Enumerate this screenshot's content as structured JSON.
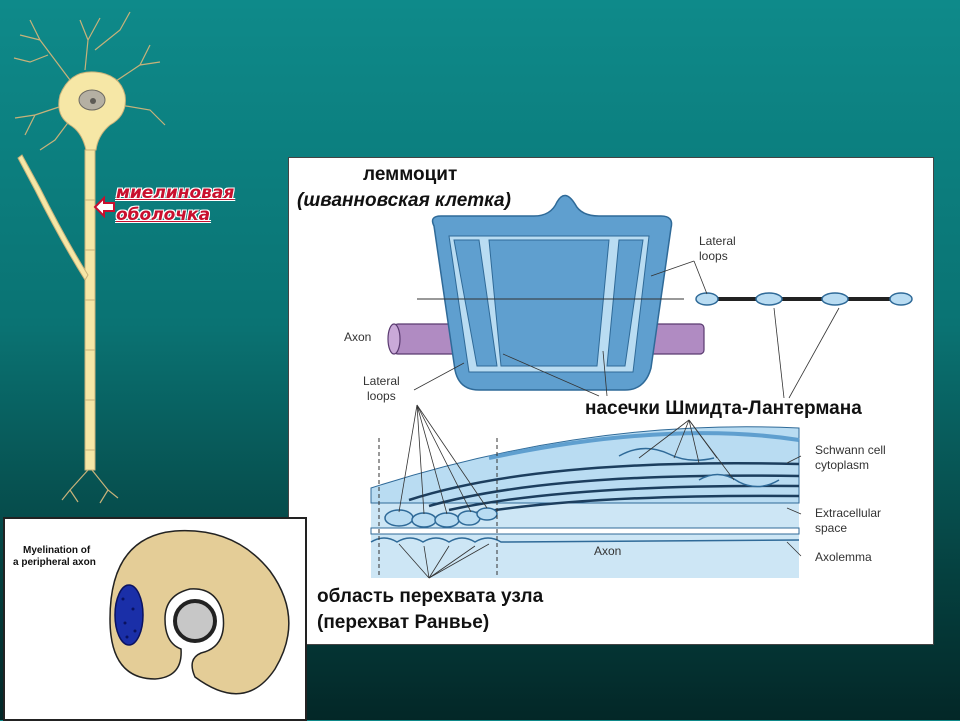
{
  "neuron": {
    "label_line1": "миелиновая",
    "label_line2": "оболочка"
  },
  "main_panel": {
    "title_line1": "леммоцит",
    "title_line2": "(шванновская клетка)",
    "axon_label": "Axon",
    "lateral_loops_top": [
      "Lateral",
      "loops"
    ],
    "lateral_loops_left": [
      "Lateral",
      "loops"
    ],
    "incisures": "насечки Шмидта-Лантермана",
    "schwann_cytoplasm": [
      "Schwann cell",
      "cytoplasm"
    ],
    "extracellular": [
      "Extracellular",
      "space"
    ],
    "axon_bottom": "Axon",
    "axolemma": "Axolemma",
    "node_line1": "область перехвата узла",
    "node_line2": "(перехват Ранвье)"
  },
  "inset": {
    "title_line1": "Myelination of",
    "title_line2": "a peripheral axon"
  },
  "colors": {
    "background_top": "#0e8a8a",
    "background_bottom": "#032727",
    "myelin_label": "#c8102e",
    "schwann_blue": "#5f9fcf",
    "light_blue": "#b9dcf2",
    "axon_purple": "#b08bc2",
    "neuron_yellow": "#f6e7a6",
    "inset_tan": "#e4cd97",
    "nucleus_blue": "#1a2fa8"
  }
}
